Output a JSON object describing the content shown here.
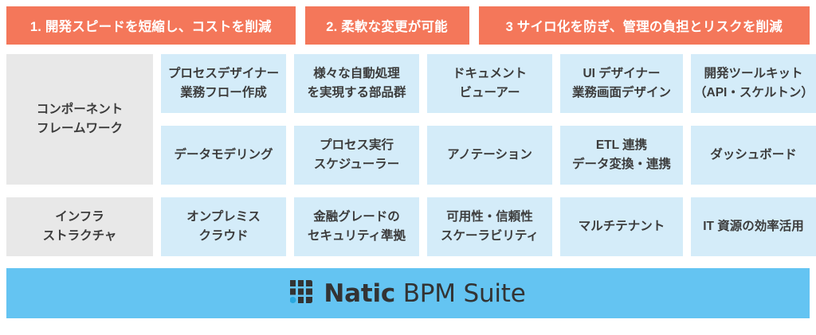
{
  "header": {
    "bars": [
      {
        "label": "1. 開発スピードを短縮し、コストを削減"
      },
      {
        "label": "2. 柔軟な変更が可能"
      },
      {
        "label": "3 サイロ化を防ぎ、管理の負担とリスクを削減"
      }
    ],
    "color": "#F4775A",
    "text_color": "#FFFFFF"
  },
  "matrix": {
    "label_color": "#E8E8E8",
    "cell_color": "#D4ECF9",
    "bands": [
      {
        "label": "コンポーネント\nフレームワーク",
        "label_line1": "コンポーネント",
        "label_line2": "フレームワーク",
        "rows": [
          {
            "cells": [
              {
                "line1": "プロセスデザイナー",
                "line2": "業務フロー作成"
              },
              {
                "line1": "様々な自動処理",
                "line2": "を実現する部品群"
              },
              {
                "line1": "ドキュメント",
                "line2": "ビューアー"
              },
              {
                "line1": "UI デザイナー",
                "line2": "業務画面デザイン"
              },
              {
                "line1": "開発ツールキット",
                "line2": "（API・スケルトン）"
              }
            ]
          },
          {
            "cells": [
              {
                "line1": "データモデリング",
                "line2": ""
              },
              {
                "line1": "プロセス実行",
                "line2": "スケジューラー"
              },
              {
                "line1": "アノテーション",
                "line2": ""
              },
              {
                "line1": "ETL 連携",
                "line2": "データ変換・連携"
              },
              {
                "line1": "ダッシュボード",
                "line2": ""
              }
            ]
          }
        ]
      },
      {
        "label": "インフラ\nストラクチャ",
        "label_line1": "インフラ",
        "label_line2": "ストラクチャ",
        "rows": [
          {
            "cells": [
              {
                "line1": "オンプレミス",
                "line2": "クラウド"
              },
              {
                "line1": "金融グレードの",
                "line2": "セキュリティ準拠"
              },
              {
                "line1": "可用性・信頼性",
                "line2": "スケーラビリティ"
              },
              {
                "line1": "マルチテナント",
                "line2": ""
              },
              {
                "line1": "IT 資源の効率活用",
                "line2": ""
              }
            ]
          }
        ]
      }
    ]
  },
  "brand": {
    "banner_color": "#64C4F2",
    "logo_icon": "nine-square-grid-icon",
    "logo_dot_color": "#29A8E0",
    "logo_square_color": "#333333",
    "name_strong": "Natic",
    "name_light": " BPM Suite"
  }
}
